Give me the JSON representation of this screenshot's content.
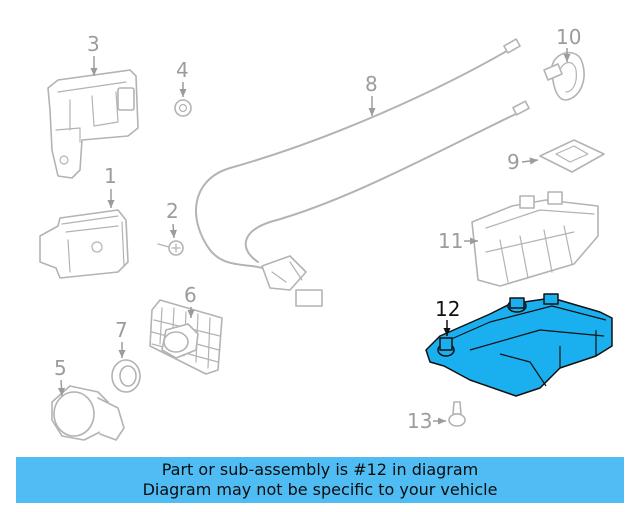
{
  "callouts": {
    "c1": "1",
    "c2": "2",
    "c3": "3",
    "c4": "4",
    "c5": "5",
    "c6": "6",
    "c7": "7",
    "c8": "8",
    "c9": "9",
    "c10": "10",
    "c11": "11",
    "c12": "12",
    "c13": "13"
  },
  "highlighted_part": "12",
  "colors": {
    "highlight": "#1ab0f0",
    "banner": "#4fbdf3",
    "callout_muted": "#9c9c9c",
    "outline": "#b3b3b3"
  },
  "banner": {
    "line1": "Part or sub-assembly is #12 in diagram",
    "line2": "Diagram may not be specific to your vehicle"
  }
}
